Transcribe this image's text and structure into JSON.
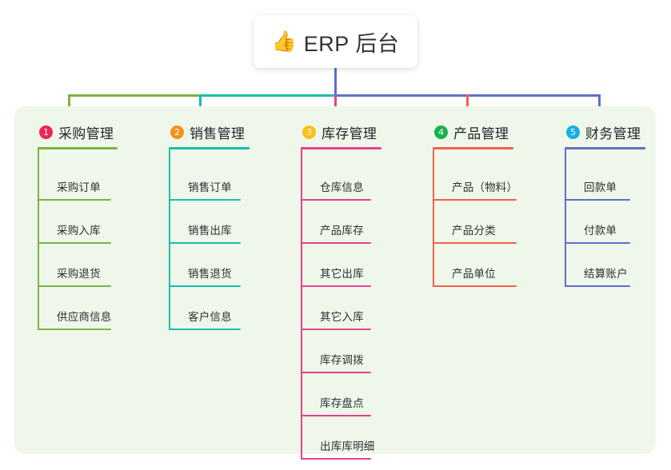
{
  "root": {
    "icon": "thumbs-up-icon",
    "emoji": "👍",
    "title": "ERP 后台"
  },
  "panel": {
    "background": "#eef7e9"
  },
  "colors": {
    "branch_1": "#7cb342",
    "branch_2": "#18bfae",
    "branch_3": "#e8418f",
    "branch_4": "#f4604f",
    "branch_5": "#5e6fc9",
    "badge_1": "#ec2556",
    "badge_2": "#f7901e",
    "badge_3": "#f9c016",
    "badge_4": "#18b24b",
    "badge_5": "#18aee6"
  },
  "columns": [
    {
      "index": "1",
      "badge": "1",
      "badge_color": "#ec2556",
      "line_color": "#7cb342",
      "title": "采购管理",
      "items": [
        {
          "label": "采购订单"
        },
        {
          "label": "采购入库"
        },
        {
          "label": "采购退货"
        },
        {
          "label": "供应商信息"
        }
      ]
    },
    {
      "index": "2",
      "badge": "2",
      "badge_color": "#f7901e",
      "line_color": "#18bfae",
      "title": "销售管理",
      "items": [
        {
          "label": "销售订单"
        },
        {
          "label": "销售出库"
        },
        {
          "label": "销售退货"
        },
        {
          "label": "客户信息"
        }
      ]
    },
    {
      "index": "3",
      "badge": "3",
      "badge_color": "#f9c016",
      "line_color": "#e8418f",
      "title": "库存管理",
      "items": [
        {
          "label": "仓库信息"
        },
        {
          "label": "产品库存"
        },
        {
          "label": "其它出库"
        },
        {
          "label": "其它入库"
        },
        {
          "label": "库存调拨"
        },
        {
          "label": "库存盘点"
        },
        {
          "label": "出库库明细"
        }
      ]
    },
    {
      "index": "4",
      "badge": "4",
      "badge_color": "#18b24b",
      "line_color": "#f4604f",
      "title": "产品管理",
      "items": [
        {
          "label": "产品（物料）"
        },
        {
          "label": "产品分类"
        },
        {
          "label": "产品单位"
        }
      ]
    },
    {
      "index": "5",
      "badge": "5",
      "badge_color": "#18aee6",
      "line_color": "#5e6fc9",
      "title": "财务管理",
      "items": [
        {
          "label": "回款单"
        },
        {
          "label": "付款单"
        },
        {
          "label": "结算账户"
        }
      ]
    }
  ]
}
